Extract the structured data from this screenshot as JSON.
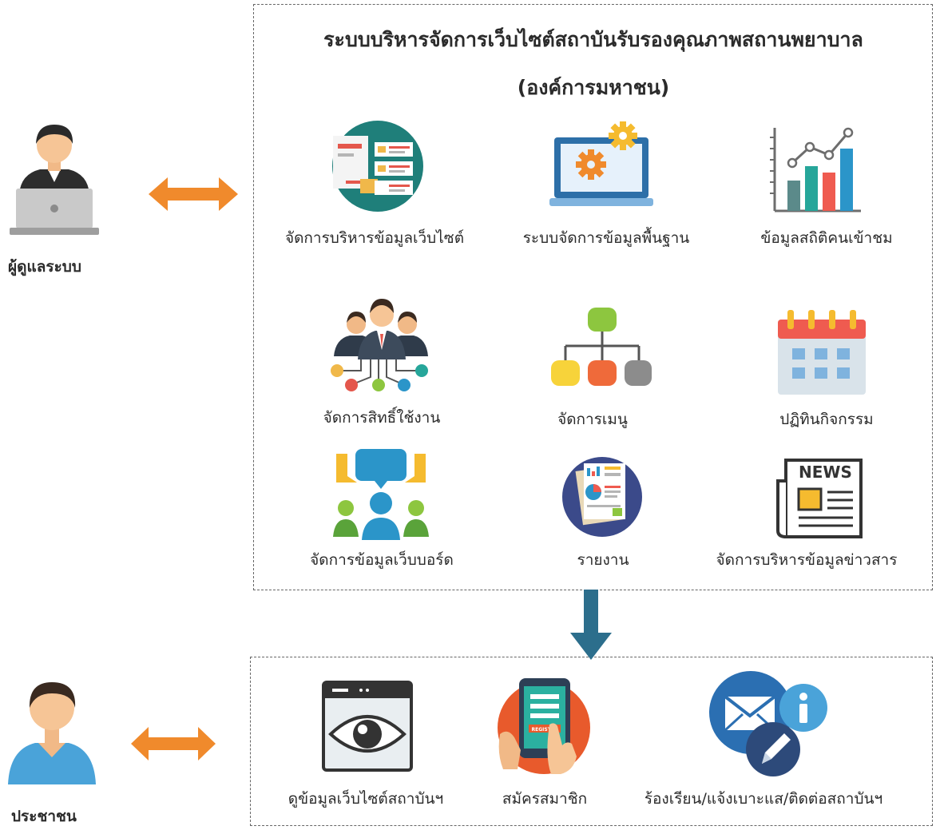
{
  "diagram": {
    "title_line1": "ระบบบริหารจัดการเว็บไซต์สถาบันรับรองคุณภาพสถานพยาบาล",
    "title_line2": "(องค์การมหาชน)",
    "actors": {
      "admin": "ผู้ดูแลระบบ",
      "public": "ประชาชน"
    },
    "admin_modules": [
      "จัดการบริหารข้อมูลเว็บไซต์",
      "ระบบจัดการข้อมูลพื้นฐาน",
      "ข้อมูลสถิติคนเข้าชม",
      "จัดการสิทธิ์ใช้งาน",
      "จัดการเมนู",
      "ปฏิทินกิจกรรม",
      "จัดการข้อมูลเว็บบอร์ด",
      "รายงาน",
      "จัดการบริหารข้อมูลข่าวสาร"
    ],
    "public_modules": [
      "ดูข้อมูลเว็บไซต์สถาบันฯ",
      "สมัครสมาชิก",
      "ร้องเรียน/แจ้งเบาะแส/ติดต่อสถาบันฯ"
    ],
    "news_icon_text": "NEWS",
    "register_icon_text": "REGISTER"
  }
}
